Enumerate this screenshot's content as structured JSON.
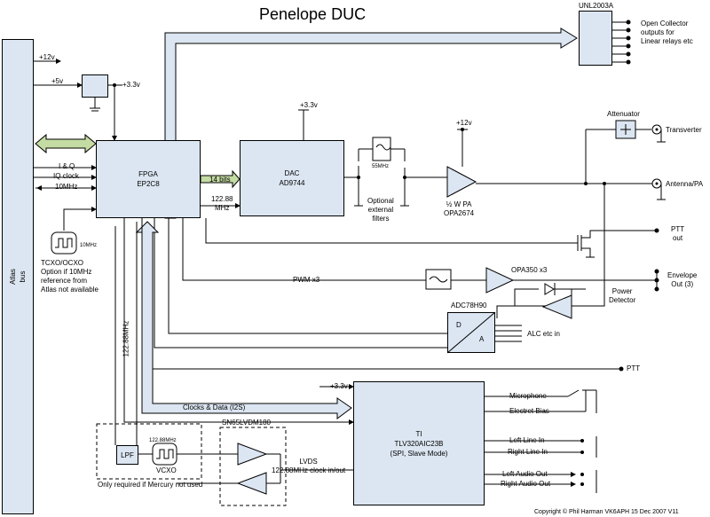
{
  "title": "Penelope  DUC",
  "copyright": "Copyright © Phil Harman VK6APH 15 Dec  2007 V11",
  "blocks": {
    "atlas": [
      "Atlas",
      "bus"
    ],
    "fpga": [
      "FPGA",
      "EP2C8"
    ],
    "dac": [
      "DAC",
      "AD9744"
    ],
    "unl": "UNL2003A",
    "adc": "ADC78H90",
    "ti": [
      "TI",
      "TLV320AIC23B",
      "(SPI, Slave Mode)"
    ],
    "lpf": "LPF",
    "sn65": "SN65LVDM180",
    "attenuator": "Attenuator",
    "adc_d": "D",
    "adc_a": "A"
  },
  "labels": {
    "v12_bus": "+12v",
    "v5_bus": "+5v",
    "v33_reg": "+3.3v",
    "i_q": "I & Q",
    "iq_clock": "IQ clock",
    "mhz10": "10MHz",
    "tcxo": [
      "TCXO/OCXO",
      "Option if 10MHz",
      "reference from",
      "Atlas not available"
    ],
    "tcxo_freq": "10MHz",
    "bits14": "14 bits",
    "clk12288": [
      "122.88",
      "MHz"
    ],
    "dac_v33": "+3.3v",
    "filter55": "55MHz",
    "optional_filters": [
      "Optional",
      "external",
      "filters"
    ],
    "pa_v12": "+12v",
    "pa": [
      "½ W PA",
      "OPA2674"
    ],
    "unl_outputs": [
      "Open Collector",
      "outputs for",
      "Linear relays etc"
    ],
    "transverter": "Transverter",
    "antenna": "Antenna/PA",
    "ptt_out": [
      "PTT",
      "out"
    ],
    "pwm": "PWM  x3",
    "opa350": "OPA350 x3",
    "envelope": [
      "Envelope",
      "Out (3)"
    ],
    "power_detector": [
      "Power",
      "Detector"
    ],
    "alc": "ALC etc in",
    "ptt_in": "PTT",
    "ti_v33": "+3.3v",
    "clocks_data": "Clocks & Data (I2S)",
    "vert_12288": "122.88MHz",
    "microphone": "Microphone",
    "electret": "Electret Bias",
    "left_line": "Left Line In",
    "right_line": "Right Line In",
    "left_audio": "Left Audio Out",
    "right_audio": "Right Audio Out",
    "vcxo": "VCXO",
    "vcxo_freq": "122.88MHz",
    "lvds": [
      "LVDS",
      "122.88MHz clock in/out"
    ],
    "mercury_note": "Only required if Mercury not used"
  }
}
